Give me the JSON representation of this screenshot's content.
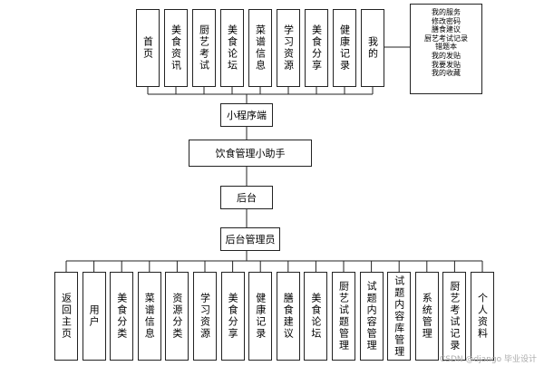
{
  "diagram": {
    "miniprogram_modules": [
      "首页",
      "美食资讯",
      "厨艺考试",
      "美食论坛",
      "菜谱信息",
      "学习资源",
      "美食分享",
      "健康记录",
      "我的"
    ],
    "my_submenu": [
      "我的服务",
      "修改密码",
      "膳食建议",
      "厨艺考试记录",
      "错题本",
      "我的发贴",
      "我要发贴",
      "我的收藏"
    ],
    "miniprogram_node": "小程序端",
    "system_node": "饮食管理小助手",
    "backend_node": "后台",
    "admin_node": "后台管理员",
    "admin_modules": [
      "返回主页",
      "用户",
      "美食分类",
      "菜谱信息",
      "资源分类",
      "学习资源",
      "美食分享",
      "健康记录",
      "膳食建议",
      "美食论坛",
      "厨艺试题管理",
      "试题内容管理",
      "试题内容库管理",
      "系统管理",
      "厨艺考试记录",
      "个人资料"
    ]
  },
  "watermark": "CSDN @django 毕业设计"
}
